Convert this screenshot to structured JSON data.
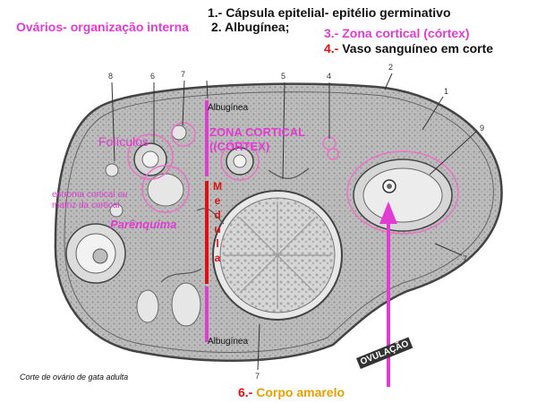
{
  "title": "Ovários- organização interna",
  "legend": {
    "l1": "1.- Cápsula epitelial- epitélio germinativo",
    "l2": "2. Albugínea;",
    "l3": "3.- Zona cortical (córtex)",
    "l4_num": "4.-",
    "l4_text": "Vaso sanguíneo em corte",
    "l6_num": "6.-",
    "l6_text": "Corpo amarelo"
  },
  "labels": {
    "albuginea_top": "Albugínea",
    "albuginea_bottom": "Albugínea",
    "foliculos": "Folículos",
    "zona_cortical": "ZONA CORTICAL ((CÓRTEX)",
    "estroma_a": "estroma cortical",
    "estroma_ou": "ou",
    "estroma_b": "matriz da cortical",
    "parenquima": "Parênquima",
    "medula": "M e d u l a",
    "ovulacao": "OVULAÇÃO"
  },
  "numbers": [
    "1",
    "2",
    "3",
    "4",
    "5",
    "6",
    "7",
    "7",
    "8",
    "9"
  ],
  "caption": "Corte de ovário de gata adulta",
  "colors": {
    "magenta": "#e23bd2",
    "red": "#e01010",
    "orange": "#e8a000"
  }
}
